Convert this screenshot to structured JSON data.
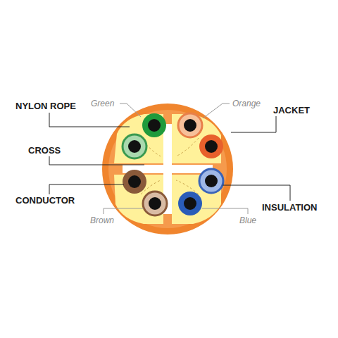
{
  "diagram": {
    "labels": [
      "Green",
      "Orange",
      "NYLON ROPE",
      "JACKET",
      "CROSS",
      "CONDUCTOR",
      "INSULATION",
      "Brown",
      "Blue"
    ]
  }
}
